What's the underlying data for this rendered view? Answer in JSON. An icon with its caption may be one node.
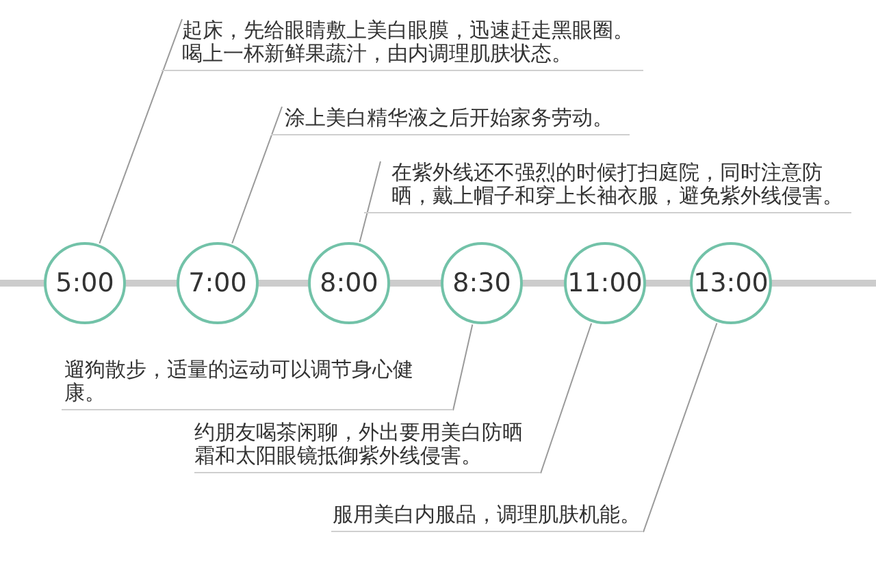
{
  "diagram": {
    "nodes": [
      {
        "text": [
          "5:00"
        ]
      },
      {
        "text": [
          "7:00"
        ]
      },
      {
        "text": [
          "8:00"
        ]
      },
      {
        "text": [
          "8:30"
        ]
      },
      {
        "text": [
          "11:00"
        ]
      },
      {
        "text": [
          "13:00"
        ]
      },
      {
        "text": [
          "起床，先给眼睛敷上美白眼膜，迅速赶走黑眼圈。喝上一杯新鲜果蔬汁，由内调理肌肤状态。"
        ]
      },
      {
        "text": [
          "涂上美白精华液之后开始家务劳动。"
        ]
      },
      {
        "text": [
          "在紫外线还不强烈的时候打扫庭院，同时注意防晒，戴上帽子和穿上长袖衣服，避免紫外线侵害。"
        ]
      },
      {
        "text": [
          "遛狗散步，适量的运动可以调节身心健康。"
        ]
      },
      {
        "text": [
          "约朋友喝茶闲聊，外出要用美白防晒霜和太阳眼镜抵御紫外线侵害。"
        ]
      },
      {
        "text": [
          "服用美白内服品，调理肌肤机能。"
        ]
      }
    ],
    "edges": [
      {
        "from": 6,
        "to": 0,
        "arrow": "none"
      },
      {
        "from": 7,
        "to": 1,
        "arrow": "none"
      },
      {
        "from": 8,
        "to": 2,
        "arrow": "none"
      },
      {
        "from": 9,
        "to": 3,
        "arrow": "none"
      },
      {
        "from": 10,
        "to": 4,
        "arrow": "none"
      },
      {
        "from": 11,
        "to": 5,
        "arrow": "none"
      }
    ]
  }
}
